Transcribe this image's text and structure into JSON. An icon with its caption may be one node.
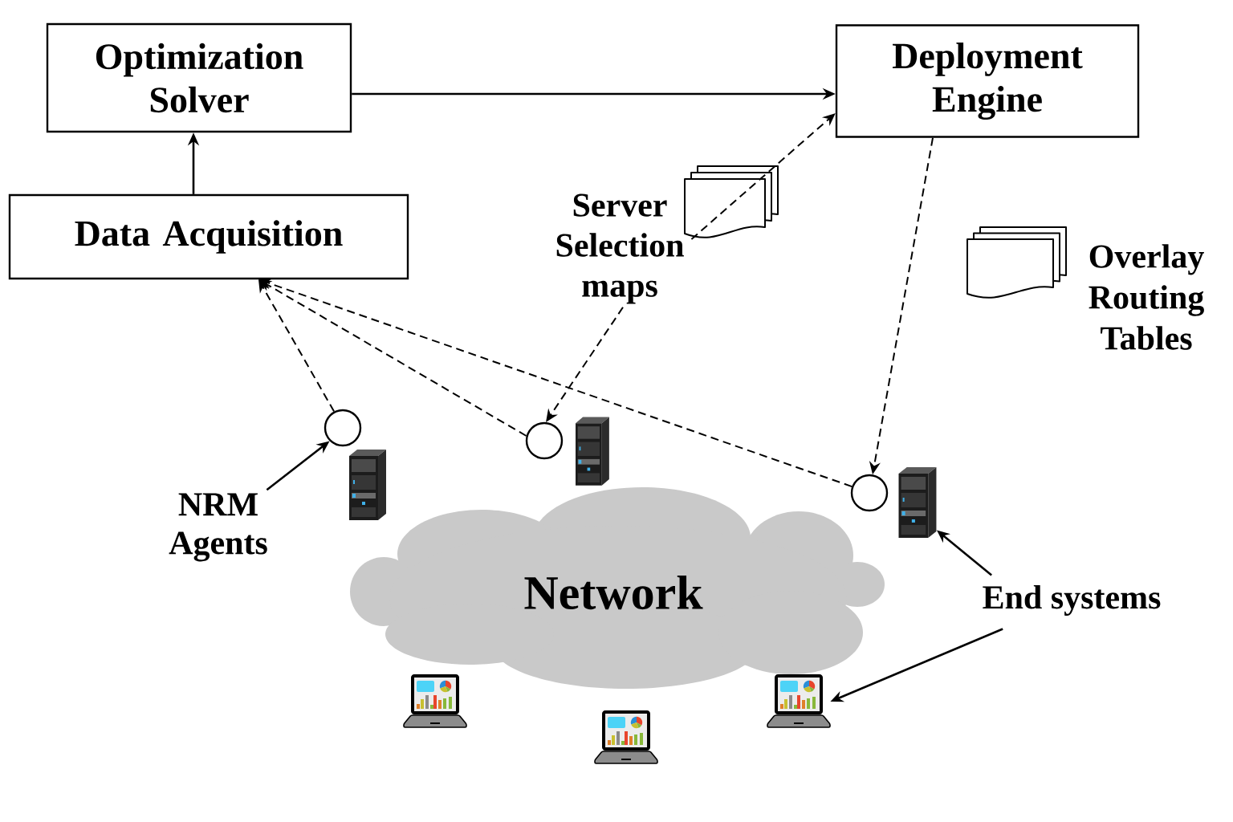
{
  "diagram": {
    "nodes": [
      {
        "text": [
          "Optimization Solver"
        ]
      },
      {
        "text": [
          "Deployment Engine"
        ]
      },
      {
        "text": [
          "Data Acquisition"
        ]
      },
      {
        "text": [
          "Server Selection maps"
        ]
      },
      {
        "text": [],
        "shape": "circle"
      },
      {
        "text": [],
        "shape": "circle"
      },
      {
        "text": [],
        "shape": "picture"
      },
      {
        "text": [],
        "shape": "picture"
      },
      {
        "text": [
          "NRM Agents"
        ]
      },
      {
        "text": [],
        "shape": "circle"
      },
      {
        "text": [],
        "shape": "picture"
      },
      {
        "text": [
          "Network"
        ]
      },
      {
        "text": [
          "End systems"
        ]
      },
      {
        "text": [],
        "shape": "picture"
      },
      {
        "text": [],
        "shape": "picture"
      },
      {
        "text": [],
        "shape": "picture"
      }
    ],
    "edges": [
      {
        "from": 0,
        "to": 1,
        "arrow": "to"
      },
      {
        "from": 2,
        "to": 0,
        "arrow": "to"
      },
      {
        "from": 1,
        "to": 9,
        "arrow": "to",
        "style": "dashed"
      },
      {
        "from": 3,
        "to": 1,
        "arrow": "to",
        "style": "dashed"
      },
      {
        "from": 3,
        "to": 5,
        "arrow": "to",
        "style": "dashed"
      },
      {
        "from": 4,
        "to": 2,
        "arrow": "to",
        "style": "dashed"
      },
      {
        "from": 5,
        "to": 2,
        "arrow": "to",
        "style": "dashed"
      },
      {
        "from": 9,
        "to": 2,
        "arrow": "to",
        "style": "dashed"
      },
      {
        "from": 8,
        "to": 4,
        "arrow": "to"
      },
      {
        "from": 12,
        "to": 10,
        "arrow": "to"
      },
      {
        "from": 12,
        "to": 14,
        "arrow": "to"
      }
    ],
    "labels": [
      "Overlay Routing Tables"
    ]
  }
}
